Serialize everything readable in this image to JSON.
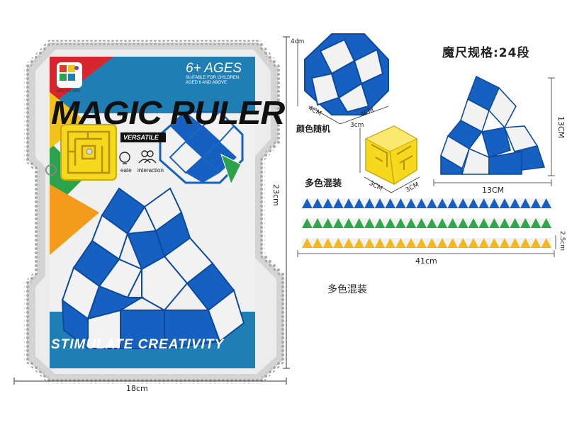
{
  "package": {
    "title": "MAGIC RULER",
    "subtitle": "VERSATILE",
    "age_badge": "6+ AGES",
    "age_note": "SUITABLE FOR CHILDREN AGED 6 AND ABOVE",
    "brand": "NAN ZHI XING",
    "icon_labels": [
      "eate",
      "interaction"
    ],
    "bottom_banner": "STIMULATE CREATIVITY"
  },
  "labels": {
    "spec_title": "魔尺规格:24段",
    "color_random": "颜色随机",
    "mixed_colors_strip": "多色混装",
    "mixed_colors_bottom": "多色混装"
  },
  "dimensions": {
    "package_width": "18cm",
    "package_height": "23cm",
    "ball_side": "4cm",
    "ball_bottom_left": "4CM",
    "ball_bottom_right": "4CM",
    "cube_side": "3cm",
    "cube_bottom_left": "3CM",
    "cube_bottom_right": "3CM",
    "shape_height": "13CM",
    "shape_width": "13CM",
    "strip_length": "41cm",
    "strip_height": "2.5cm"
  },
  "colors": {
    "package_blue": "#1f7fb5",
    "toy_blue": "#1560c0",
    "toy_white": "#f2f2f2",
    "cube_yellow": "#f6d91c",
    "strip_green": "#2fa84a",
    "strip_yellow": "#f4b81c",
    "package_border": "#b9b9b9"
  }
}
